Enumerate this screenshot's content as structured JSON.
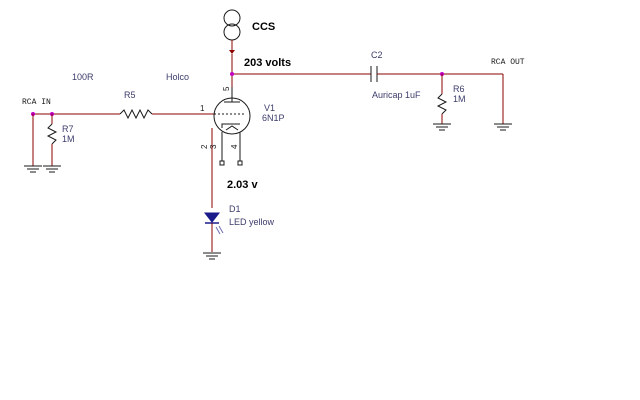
{
  "labels": {
    "rca_in": "RCA IN",
    "rca_out": "RCA OUT",
    "ccs": "CCS",
    "plate_voltage": "203 volts",
    "cathode_voltage": "2.03 v",
    "r5_value_note": "100R",
    "holco": "Holco",
    "r5": "R5",
    "r7": "R7",
    "r7_value": "1M",
    "r6": "R6",
    "r6_value": "1M",
    "c2": "C2",
    "c2_value": "Auricap 1uF",
    "v1": "V1",
    "v1_type": "6N1P",
    "d1": "D1",
    "d1_value": "LED yellow"
  },
  "pins": {
    "grid": "1",
    "plate": "5",
    "cathode": "2",
    "heater_a": "3",
    "heater_b": "4"
  },
  "colors": {
    "wire": "#8b0000",
    "node": "#c000c0",
    "part": "#1a1a1a",
    "label": "#3b3b6b"
  }
}
